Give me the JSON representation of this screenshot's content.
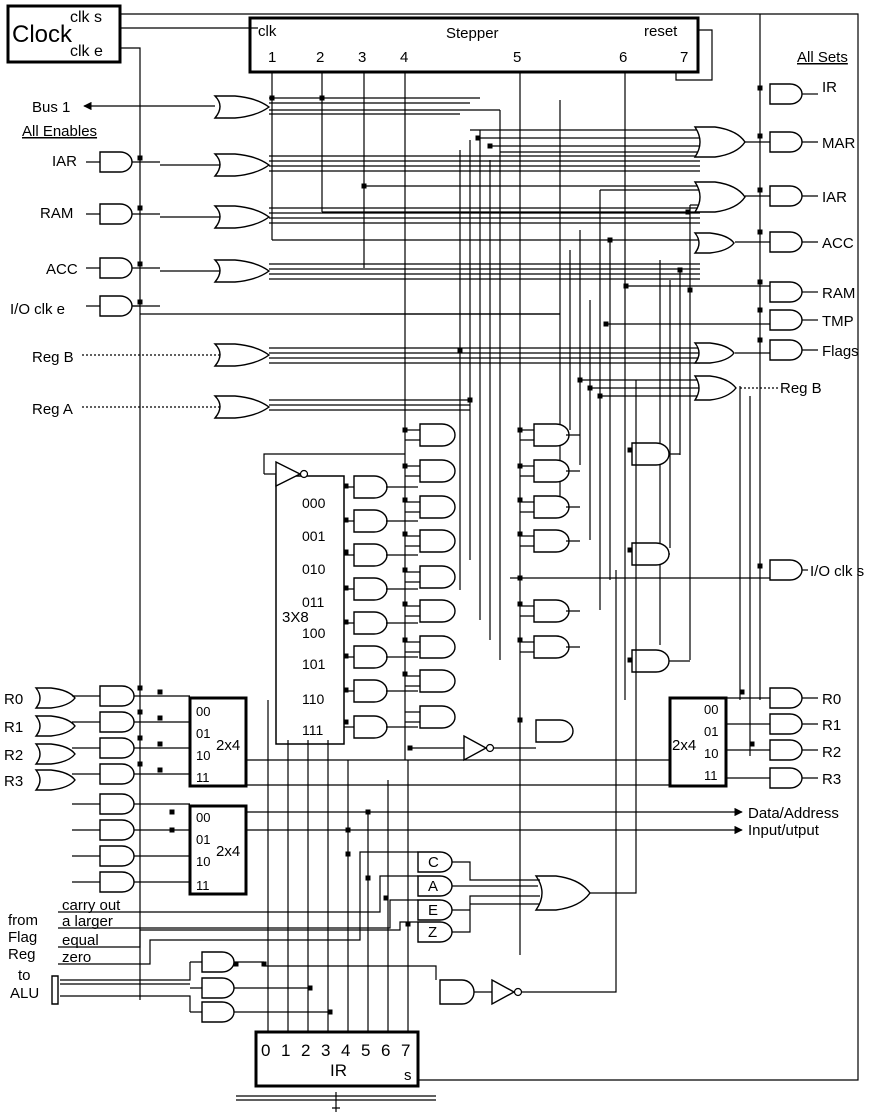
{
  "clock": {
    "title": "Clock",
    "out_s": "clk s",
    "out_e": "clk e"
  },
  "stepper": {
    "title": "Stepper",
    "clk": "clk",
    "reset": "reset",
    "steps": [
      "1",
      "2",
      "3",
      "4",
      "5",
      "6",
      "7"
    ]
  },
  "headings": {
    "all_sets": "All Sets",
    "all_enables": "All Enables"
  },
  "left_outputs": {
    "bus1": "Bus 1",
    "iar": "IAR",
    "ram": "RAM",
    "acc": "ACC",
    "io_clk_e": "I/O clk e",
    "reg_b": "Reg B",
    "reg_a": "Reg A"
  },
  "right_outputs": {
    "ir": "IR",
    "mar": "MAR",
    "iar": "IAR",
    "acc": "ACC",
    "ram": "RAM",
    "tmp": "TMP",
    "flags": "Flags",
    "reg_b": "Reg B",
    "io_clk_s": "I/O clk s",
    "r0": "R0",
    "r1": "R1",
    "r2": "R2",
    "r3": "R3"
  },
  "left_regs": [
    "R0",
    "R1",
    "R2",
    "R3"
  ],
  "decoder3x8": {
    "label": "3X8",
    "outputs": [
      "000",
      "001",
      "010",
      "011",
      "100",
      "101",
      "110",
      "111"
    ]
  },
  "decoder2x4": {
    "label": "2x4",
    "outputs": [
      "00",
      "01",
      "10",
      "11"
    ]
  },
  "flags": [
    "C",
    "A",
    "E",
    "Z"
  ],
  "flag_inputs": {
    "carry": "carry out",
    "larger": "a larger",
    "equal": "equal",
    "zero": "zero",
    "from": "from",
    "flag": "Flag",
    "reg": "Reg"
  },
  "alu": {
    "to": "to",
    "alu": "ALU"
  },
  "buses": {
    "data_address": "Data/Address",
    "input_output": "Input/utput"
  },
  "ir": {
    "label": "IR",
    "bits": [
      "0",
      "1",
      "2",
      "3",
      "4",
      "5",
      "6",
      "7"
    ],
    "s": "s"
  }
}
